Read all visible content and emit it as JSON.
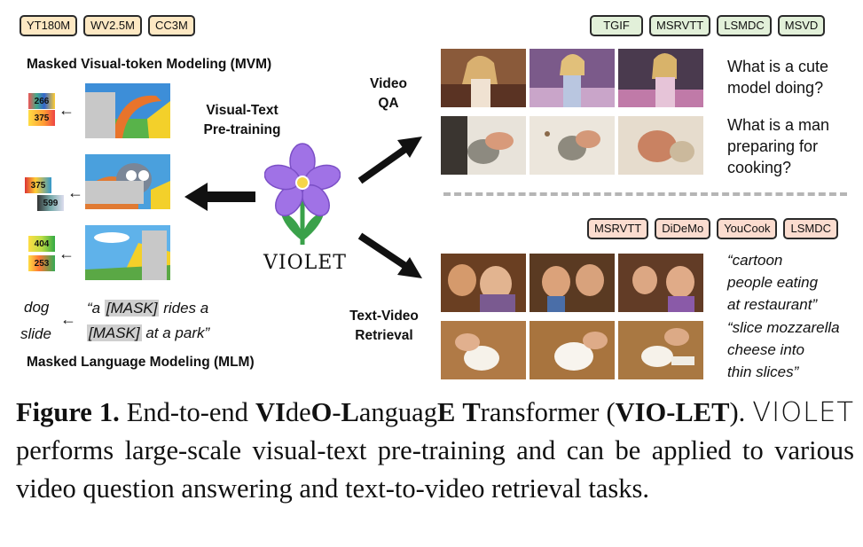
{
  "pretrain_datasets": [
    "YT180M",
    "WV2.5M",
    "CC3M"
  ],
  "qa_datasets": [
    "TGIF",
    "MSRVTT",
    "LSMDC",
    "MSVD"
  ],
  "retrieval_datasets": [
    "MSRVTT",
    "DiDeMo",
    "YouCook",
    "LSMDC"
  ],
  "mvm_title": "Masked Visual-token Modeling (MVM)",
  "mlm_title": "Masked Language Modeling (MLM)",
  "pretraining_label": [
    "Visual-Text",
    "Pre-training"
  ],
  "model_name": "VIOLET",
  "tokens": {
    "row1": [
      "266",
      "375"
    ],
    "row2": [
      "375",
      "599"
    ],
    "row3": [
      "404",
      "253"
    ]
  },
  "mlm_words": [
    "dog",
    "slide"
  ],
  "mlm_sentence": {
    "part1": "“a ",
    "mask1": "[MASK]",
    "part2": " rides a",
    "mask2": "[MASK]",
    "part3": " at a park”"
  },
  "video_qa_label": [
    "Video",
    "QA"
  ],
  "retrieval_label": [
    "Text-Video",
    "Retrieval"
  ],
  "qa_questions": [
    [
      "What is a cute",
      "model doing?"
    ],
    [
      "What is a man",
      "preparing for",
      "cooking?"
    ]
  ],
  "retrieval_captions": [
    [
      "“cartoon",
      "people eating",
      "at restaurant”"
    ],
    [
      "“slice mozzarella",
      "cheese into",
      "thin slices”"
    ]
  ],
  "caption": {
    "fig": "Figure 1.",
    "p1": "  End-to-end ",
    "b1": "VI",
    "p2": "de",
    "b2": "O",
    "p3": "-",
    "b3": "L",
    "p4": "anguag",
    "b4": "E",
    "p5": " ",
    "b5": "T",
    "p6": "ransformer (",
    "b6": "VIO-LET",
    "p7": "). ",
    "thin": "VIOLET",
    "p8": " performs large-scale visual-text pre-training and can be applied to various video question answering and text-to-video retrieval tasks."
  },
  "colors": {
    "flower": "#a072e6",
    "stem": "#3aa14a",
    "tag_orange": "#fde8c3",
    "tag_green": "#e2f0d9",
    "tag_pink": "#fbdccf"
  }
}
